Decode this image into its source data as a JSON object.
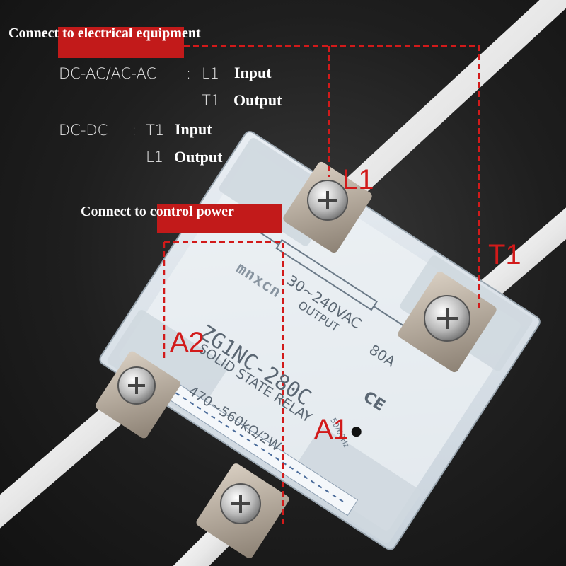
{
  "header": {
    "equipment_title": "Connect to electrical equipment",
    "control_title": "Connect to control power"
  },
  "wiring": {
    "row1_mode": "DC-AC/AC-AC",
    "row1_sep": ":",
    "row1_term": "L1",
    "row1_role": "Input",
    "row2_term": "T1",
    "row2_role": "Output",
    "row3_mode": "DC-DC",
    "row3_sep": ":",
    "row3_term": "T1",
    "row3_role": "Input",
    "row4_term": "L1",
    "row4_role": "Output"
  },
  "terminals": {
    "L1": "L1",
    "T1": "T1",
    "A1": "A1",
    "A2": "A2"
  },
  "relay": {
    "brand": "mnxcn",
    "model": "ZG1NC-280C",
    "type": "SOLID STATE RELAY",
    "resistance": "470~560kΩ/2W",
    "voltage": "30~240VAC",
    "current": "80A",
    "output_label": "OUTPUT",
    "freq": "50/60Hz",
    "ce": "CE"
  },
  "colors": {
    "accent_red": "#c21a1a",
    "label_red": "#d21a1a",
    "background": "#1e1e1e"
  }
}
